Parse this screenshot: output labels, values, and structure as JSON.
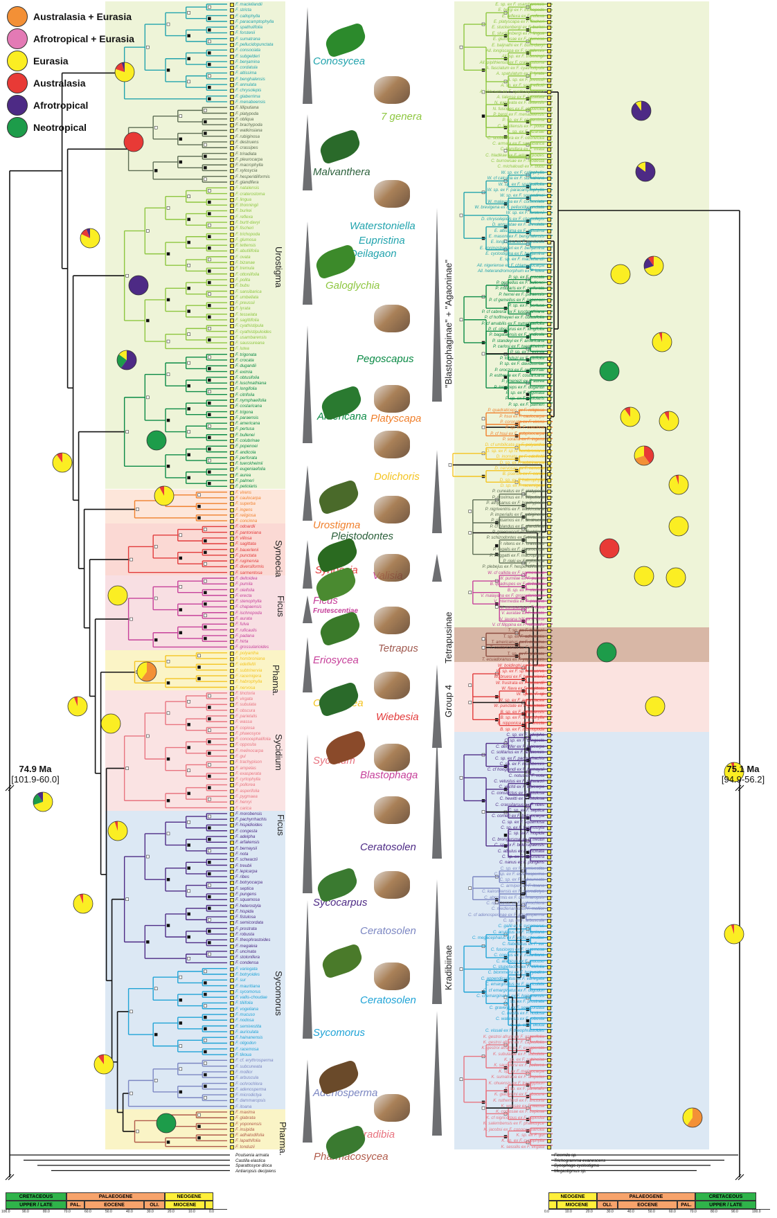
{
  "legend": [
    {
      "label": "Australasia + Eurasia",
      "color": "#f39036"
    },
    {
      "label": "Afrotropical + Eurasia",
      "color": "#e37ab5"
    },
    {
      "label": "Eurasia",
      "color": "#fbee23"
    },
    {
      "label": "Australasia",
      "color": "#e83a36"
    },
    {
      "label": "Afrotropical",
      "color": "#4d2a85"
    },
    {
      "label": "Neotropical",
      "color": "#1d9c4a"
    }
  ],
  "left_dates": {
    "main": "74.9 Ma",
    "range": "[101.9-60.0]"
  },
  "right_dates": {
    "main": "75.1 Ma",
    "range": "[94.9-56.2]"
  },
  "fig_sections_left": [
    "Urostigma",
    "Synoecia",
    "Ficus",
    "Phama.",
    "Sycidium",
    "Ficus",
    "Sycomorus",
    "Pharma."
  ],
  "fig_sections_right": [
    "\"Blastophaginae\" + \"Agaoninae\"",
    "Tetrapusinae",
    "Group 4",
    "Kradibiinae"
  ],
  "center_labels": [
    {
      "text": "Conosycea",
      "color": "#21a3ad"
    },
    {
      "text": "7 genera",
      "color": "#8dc63f"
    },
    {
      "text": "Malvanthera",
      "color": "#2a5f3a"
    },
    {
      "text": "Waterstoniella",
      "color": "#21a3ad"
    },
    {
      "text": "Eupristina",
      "color": "#21a3ad"
    },
    {
      "text": "Deilagaon",
      "color": "#21a3ad"
    },
    {
      "text": "Galoglychia",
      "color": "#8dc63f"
    },
    {
      "text": "Pegoscapus",
      "color": "#0a8a45"
    },
    {
      "text": "Americana",
      "color": "#0a8a45"
    },
    {
      "text": "Platyscapa",
      "color": "#f07f2b"
    },
    {
      "text": "Dolichoris",
      "color": "#f4c420"
    },
    {
      "text": "Urostigma",
      "color": "#f07f2b"
    },
    {
      "text": "Pleistodontes",
      "color": "#2a5f3a"
    },
    {
      "text": "Synoecia",
      "color": "#e23a3a"
    },
    {
      "text": "Valisia",
      "color": "#c6409a"
    },
    {
      "text": "Ficus",
      "color": "#c6409a"
    },
    {
      "text": "Frutescentiae",
      "color": "#c6409a"
    },
    {
      "text": "Tetrapus",
      "color": "#a05a50"
    },
    {
      "text": "Eriosycea",
      "color": "#c6409a"
    },
    {
      "text": "Oreosycea",
      "color": "#f4c420"
    },
    {
      "text": "Wiebesia",
      "color": "#e23a3a"
    },
    {
      "text": "Sycidium",
      "color": "#e8737f"
    },
    {
      "text": "Blastophaga",
      "color": "#c6409a"
    },
    {
      "text": "Ceratosolen",
      "color": "#4d2a85"
    },
    {
      "text": "Sycocarpus",
      "color": "#4d2a85"
    },
    {
      "text": "Ceratosolen",
      "color": "#7b86c2"
    },
    {
      "text": "Ceratosolen",
      "color": "#1fa3d6"
    },
    {
      "text": "Sycomorus",
      "color": "#1fa3d6"
    },
    {
      "text": "Adenosperma",
      "color": "#7b86c2"
    },
    {
      "text": "Kradibia",
      "color": "#e8737f"
    },
    {
      "text": "Pharmacosycea",
      "color": "#b05a4a"
    }
  ],
  "scale_left": {
    "eras": [
      {
        "t": "CRETACEOUS",
        "w": 88,
        "c": "#2fb34a"
      },
      {
        "t": "PALAEOGENE",
        "w": 142,
        "c": "#f7a36b"
      },
      {
        "t": "NEOGENE",
        "w": 70,
        "c": "#ffef3a"
      }
    ],
    "epochs": [
      {
        "t": "UPPER / LATE",
        "w": 88,
        "c": "#2fb34a"
      },
      {
        "t": "PAL.",
        "w": 26,
        "c": "#f7a36b"
      },
      {
        "t": "EOCENE",
        "w": 86,
        "c": "#f7a36b"
      },
      {
        "t": "OLI.",
        "w": 30,
        "c": "#f7a36b"
      },
      {
        "t": "MIOCENE",
        "w": 58,
        "c": "#ffef3a"
      },
      {
        "t": "",
        "w": 12,
        "c": "#ffef3a"
      }
    ],
    "ticks": [
      "100.0",
      "90.0",
      "80.0",
      "70.0",
      "60.0",
      "50.0",
      "40.0",
      "30.0",
      "20.0",
      "10.0",
      "0.0"
    ]
  },
  "scale_right": {
    "eras": [
      {
        "t": "NEOGENE",
        "w": 70,
        "c": "#ffef3a"
      },
      {
        "t": "PALAEOGENE",
        "w": 142,
        "c": "#f7a36b"
      },
      {
        "t": "CRETACEOUS",
        "w": 88,
        "c": "#2fb34a"
      }
    ],
    "epochs": [
      {
        "t": "",
        "w": 12,
        "c": "#ffef3a"
      },
      {
        "t": "MIOCENE",
        "w": 58,
        "c": "#ffef3a"
      },
      {
        "t": "OLI.",
        "w": 30,
        "c": "#f7a36b"
      },
      {
        "t": "EOCENE",
        "w": 86,
        "c": "#f7a36b"
      },
      {
        "t": "PAL.",
        "w": 26,
        "c": "#f7a36b"
      },
      {
        "t": "UPPER / LATE",
        "w": 88,
        "c": "#2fb34a"
      }
    ],
    "ticks": [
      "0.0",
      "10.0",
      "20.0",
      "30.0",
      "40.0",
      "50.0",
      "60.0",
      "70.0",
      "80.0",
      "90.0",
      "100.0"
    ]
  },
  "left_outgroups": [
    "Poulsenia armata",
    "Castilla elastica",
    "Sparattosyce dioca",
    "Antiaropsis decipiens"
  ],
  "right_outgroups": [
    "Ficomila sp.",
    "Trichogramma evanescens",
    "Sycophaga cyclostigma",
    "Megastigmus sp."
  ],
  "left_tips": [
    {
      "c": "#21a3ad",
      "n": [
        "F. maclellandii",
        "F. stricta",
        "F. callophylla",
        "F. paracamptophylla",
        "F. spathulifolia",
        "F. forstenii",
        "F. sumatrana",
        "F. pellucidopunctata",
        "F. consociata",
        "F. subgelderi",
        "F. benjamina",
        "F. cordatula",
        "F. altissima",
        "F. benghalensis",
        "F. annulata",
        "F. chrysolepis",
        "F. glaberrima",
        "F. menabeensis"
      ]
    },
    {
      "c": "#5b6b52",
      "n": [
        "F. lilliputiana",
        "F. platypoda",
        "F. obliqua",
        "F. brachypoda",
        "F. watkinsiana",
        "F. rubiginosa",
        "F. destruens",
        "F. crassipes",
        "F. triradiata",
        "F. pleurocarpa",
        "F. macrophylla",
        "F. xylosycia",
        "F. hesperidiiformis",
        "F. glandifera"
      ]
    },
    {
      "c": "#8dc63f",
      "n": [
        "F. natalensis",
        "F. craterostoma",
        "F. lingua",
        "F. thonningii",
        "F. burkei",
        "F. reflexa",
        "F. burtt-davyi",
        "F. fischeri",
        "F. trichopoda",
        "F. glumosa",
        "F. tettensis",
        "F. abutilifolia",
        "F. ovata",
        "F. bizanae",
        "F. tremula",
        "F. ottoniifolia",
        "F. polita",
        "F. bubu",
        "F. sansibarica",
        "F. umbellata",
        "F. preussii",
        "F. lyrata",
        "F. tesselata",
        "F. sagittifolia",
        "F. cyathistipula",
        "F. cyathistipuloides",
        "F. usambarensis",
        "F. saussureana",
        "F. lutea"
      ]
    },
    {
      "c": "#0a8a45",
      "n": [
        "F. trigonata",
        "F. crocata",
        "F. dugandii",
        "F. eximia",
        "F. obtusifolia",
        "F. luschnathiana",
        "F. longifolia",
        "F. citrifolia",
        "F. nymphaeifolia",
        "F. costaricana",
        "F. trigona",
        "F. paraensis",
        "F. americana",
        "F. pertusa",
        "F. bullenei",
        "F. colubrinae",
        "F. popenoei",
        "F. andicola",
        "F. perforata",
        "F. tuerckheimii",
        "F. eugeniaefolia",
        "F. aurea",
        "F. palmeri",
        "F. petiolaris"
      ]
    },
    {
      "c": "#f07f2b",
      "n": [
        "F. virens",
        "F. caulocarpa",
        "F. superba",
        "F. ingens",
        "F. religiosa",
        "F. concinna"
      ]
    },
    {
      "c": "#e23a3a",
      "n": [
        "F. odoardii",
        "F. pantoniana",
        "F. villosa",
        "F. sagittata",
        "F. bauerlenii",
        "F. punctata",
        "F. ruginervia",
        "F. diversiformis",
        "F. sarmentosa"
      ]
    },
    {
      "c": "#c6409a",
      "n": [
        "F. deltoidea",
        "F. pumila",
        "F. oleifolia",
        "F. erecta",
        "F. stenophylla",
        "F. chapaensis",
        "F. ischnopoda",
        "F. aurata",
        "F. fulva",
        "F. ruficaulis",
        "F. padana",
        "F. hirta",
        "F. grossularioides"
      ]
    },
    {
      "c": "#f4c420",
      "n": [
        "F. polyantha",
        "F. hombroniana",
        "F. edelfeltii",
        "F. subtrinervia",
        "F. racemigera",
        "F. habrophylla",
        "F. nervosa"
      ]
    },
    {
      "c": "#e8737f",
      "n": [
        "F. tinctoria",
        "F. virgata",
        "F. subulata",
        "F. obscura",
        "F. parietalis",
        "F. wassa",
        "F. copiosa",
        "F. phaeosyce",
        "F. conocephalifolia",
        "F. opposita",
        "F. melinocarpa",
        "F. gul",
        "F. trachypison",
        "F. ampelas",
        "F. exasperata",
        "F. cyrtophylla",
        "F. pollorea",
        "F. asperifolia",
        "F. pygmaea",
        "F. henryi",
        "F. carica"
      ]
    },
    {
      "c": "#4d2a85",
      "n": [
        "F. morobensis",
        "F. pachyrrhachis",
        "F. hispidioides",
        "F. congesta",
        "F. adelpha",
        "F. arfakensis",
        "F. bernaysii",
        "F. nota",
        "F. schwarzii",
        "F. treubii",
        "F. lepicarpa",
        "F. ribes",
        "F. botryocarpa",
        "F. septica",
        "F. pungens",
        "F. squamosa",
        "F. heterostyla",
        "F. hispida",
        "F. fistulosa",
        "F. semicordata",
        "F. prostrata",
        "F. robusta",
        "F. theophrastoides",
        "F. megaleia",
        "F. uncinata",
        "F. stolonifera",
        "F. condensa"
      ]
    },
    {
      "c": "#1fa3d6",
      "n": [
        "F. variegata",
        "F. botryoides",
        "F. sur",
        "F. mauritiana",
        "F. sycomorus",
        "F. vallis-choudae",
        "F. tiliifolia",
        "F. vogeliana",
        "F. mucuso",
        "F. nodosa",
        "F. semivestita",
        "F. auriculata",
        "F. hainanensis",
        "F. oligodon",
        "F. racemosa",
        "F. tikoua"
      ]
    },
    {
      "c": "#7b86c2",
      "n": [
        "F. cf. erythrosperma",
        "F. subcuneata",
        "F. mollior",
        "F. arbuscula",
        "F. ochrochlora",
        "F. adenosperma",
        "F. microdictya",
        "F. dammaropsis",
        "F. itoana"
      ]
    },
    {
      "c": "#b05a4a",
      "n": [
        "F. maxima",
        "F. glabrata",
        "F. yoponensis",
        "F. insipida",
        "F. adhatodifolia",
        "F. lapathifolia",
        "F. tonduzii"
      ]
    }
  ],
  "right_tips": [
    {
      "c": "#8dc63f",
      "n": [
        "E. sp. ex F. usambarensis",
        "E. bergi ex F. trichopoda",
        "E. reflexa ex F. reflexa",
        "E. platyscapa ex F. fischeri",
        "E. stuckenbergi ex F. burkei",
        "E. stuckenbergi ex F. lingua",
        "E. glumosae ex F. glumosa",
        "E. baijnathi ex F. burtt-davyi",
        "All. longiscapa ex F. natalensis",
        "All. sp. ex F. thonningii",
        "All. pipithiensis ex F. craterostoma",
        "A. fasciatum ex F. cyathistipula",
        "A. spatulatum ex F. lyrata",
        "A. sp. ex F. preussii",
        "A. sp. ex F. scott-elliotii",
        "A. obtusum ex F. cyathistipuloides",
        "A. talense ex F. tesselata",
        "N. excavata ex F. tettensis",
        "N. fuscipes ex F. abutilifolia",
        "P. bergi ex F. menabeensis",
        "P. sp. ex F. glaberrima",
        "C. bekiliensis ex F. polita",
        "C. sp. ex F. bizanae",
        "C. scobinifera ex F. ottoniifolia",
        "C. armata ex F. sansibarica",
        "C. hamifera ex F. ovata",
        "C. hladikae ex F. artocarpoides",
        "C. burrowsae ex F. modesta",
        "C. michaloudi ex F. bubu"
      ]
    },
    {
      "c": "#21a3ad",
      "n": [
        "W. sp. ex F. callophylla",
        "W. cf calcaria ex F. sumatrana",
        "W. sp. ex F. spathulifolia",
        "W. sp. ex F. paracamptophylla",
        "W. sp. ex F. soepadmoi",
        "W. malayana ex F. consociata",
        "W. brevigena ex F. pellucidopunctata",
        "W. sp. ex F. forstenii",
        "D. chrysolepidis ex F. chrysolepis",
        "D. annulatae ex F. annulata",
        "E. altissima ex F. altissima",
        "E. masoni ex F. benghalensis",
        "E. longispina ex F. cordatula",
        "E. koningsbergeri ex F. benjamina",
        "E. cyclostigma ex F. benjamina",
        "E. sp. ex F. maclellandii",
        "All. nigeriense ex F. chlamydocarpa",
        "All. heterandromorphum ex F. lutea"
      ]
    },
    {
      "c": "#0a8a45",
      "n": [
        "P. sp. ex F. crocata",
        "P. gemellus ex F. bullenei",
        "P. insularis ex F. perforata",
        "P. herrei ex F. paraensis",
        "P. cf gemellus ex F. popenoei",
        "P. sp. ex F. pertusa",
        "P. cf cabrerai ex F. luschnathiana",
        "P. cf hoffmeyeri ex F. obtusifolia",
        "P. cf amabilis ex F. nymphaeifolia",
        "P. cf. obscurus ex F. longifolia",
        "P. bagataensis ex F. andicola",
        "P. standeyi ex F. americana",
        "P. carlosi ex F. tuerckheimii",
        "P. sp. ex F. eximia",
        "P. tonduzi ex F. citrifolia",
        "P. sp. ex F. davidsoniae",
        "P. oroczoi ex F. colubrinae",
        "P. estherae ex F. costaricana",
        "P. jimenezi ex F. aurea",
        "P. longiceps ex F. dugandii",
        "P. sp. ex F. trigonata",
        "P. sp. ex F. petiolaris",
        "P. sp. ex F. palmeri"
      ]
    },
    {
      "c": "#f07f2b",
      "n": [
        "P. quadraticeps ex F. religiosa",
        "P. hsui ex F. caulocarpa",
        "P. coronata ex F. virens",
        "P. sp. ex F. concinna",
        "P. cf hsui ex F. subpisocarpa",
        "P. soraria ex F. ingens"
      ]
    },
    {
      "c": "#f4c420",
      "n": [
        "D. cf umbilicata ex F. polyantha",
        "D. sp. ex F. sp nr hombroniana",
        "D. inornata ex F. edelfeltii",
        "D. sp. ex F. subtrinervia",
        "D. nervosae ex F. nervosa",
        "B. psenes ex F. carica",
        "D. sp. ex F. habrophylla",
        "D. sp. ex F. racemigera"
      ]
    },
    {
      "c": "#5b6b52",
      "n": [
        "P. cuneatus ex F. platypoda",
        "P. proximus ex F. lilliputiana",
        "P. athysanus ex F. brachypoda",
        "P. nigriventris ex F. watkinsiana",
        "P. imperialis ex F. rubiginosa",
        "P. rigisamos ex F. destruens",
        "P. cf blandus ex F. glandifera",
        "P. greenwoodi ex F. obliqua",
        "P. schizodontes ex F. triradiata",
        "P. nitens ex F. crassipes",
        "P. regalis ex F. pleurocarpa",
        "P. froggatti ex F. macrophylla",
        "P. rieki ex F. xylosycia",
        "P. plebejus ex F. hesperidiiformis"
      ]
    },
    {
      "c": "#c6409a",
      "n": [
        "W. cf callida ex F. sarmentosa",
        "W. pumilae ex F. pumila",
        "B. quadrupes ex F. deltoidea",
        "B. sp. ex F. oleifolia",
        "V. malayana ex F. grossularioides",
        "V. intermedia ex F. padana",
        "V. compacta ex F. fulva",
        "V. auratae ex F. aurata",
        "V. javana hilli ex F. hirta",
        "V. cf filippina ex F. ruficaulis"
      ]
    },
    {
      "c": "#8b4a3e",
      "n": [
        "T. sp. ex F. tonduzii",
        "T. sp. ex F. adhatifolia",
        "T. americanus ex F. maxima",
        "T. costaricanus ex F. insipida",
        "T. sp. ex F. glabrata",
        "T. ecuadoranus ex F. yoponensis"
      ]
    },
    {
      "c": "#e23a3a",
      "n": [
        "W. boldinghi ex F. lanata",
        "W. sp. ex F. sp nr reucrva",
        "W. bruesi ex F. baeuerlenii",
        "W. frustrata ex F. odoardii",
        "W. flava ex F. sagittata",
        "W. sp. ex F. sp",
        "W. sp. ex F. aurantiacea",
        "W. punctate ex F. punctata",
        "B. sp. ex F. chapaensis",
        "B. sp. ex F. stenophylla",
        "B. nipponica ex F. erecta",
        "B. sp. ex F. ischnopoda"
      ]
    },
    {
      "c": "#4d2a85",
      "n": [
        "C. sp. ex F. adelpha",
        "C. sp. ex F. congesta",
        "C. dentifer ex F. lepicarpa",
        "C. solitarius ex F. arfakensis",
        "C. sp. ex F. pachyrrhachis",
        "C. sp. ex F. morobensis",
        "C. cf hooglandi ex F. bernaysii",
        "C. notus ex F. nota",
        "C. vetustus ex F. schwarzii",
        "C. vechti ex F. lepicarpa",
        "C. constrictus ex F. fistulosa",
        "C. hewitti ex F. fistulosa",
        "C. crassitarsus ex F. ribes",
        "C. sp. ex F. septica",
        "C. corneri ex F. botryocarpa",
        "C. sp. ex F. squamosa",
        "C. sp. ex F. heterostyla",
        "C. sp. ex F. hispida",
        "C. brongersmai ex F. treubii",
        "C. sp. ex F. bukitrayaensis",
        "C. albulus ex F. uncinata",
        "C. sp. ex F. stolonifera",
        "C. nanus ex F. pungens"
      ]
    },
    {
      "c": "#7b86c2",
      "n": [
        "C. sp. ex F. semivestita",
        "C. sp. ex F. erythrosperma",
        "C. sp. ex F. subcuneata",
        "C. armipes ex F. itoana",
        "C. kaironkensis ex F. microdictya",
        "C. abnormis ex F. dammaropsis",
        "C. riparianus ex F. ochrochlora",
        "C. medlerianus ex F. mollior",
        "C. cf adenospermae ex F. adenosperma",
        "C. sp. ex F. arbuscula"
      ]
    },
    {
      "c": "#1fa3d6",
      "n": [
        "C. galili ex F. sycomorus",
        "C. acutatus ex F. vogeliana",
        "C. megacephalus ex F. vallis-choudae",
        "C. flabellatus ex F. sur",
        "C. fusciceps ex F. racemosa",
        "C. coecus ex F. mauritiana",
        "C. arabicus ex F. mucuso",
        "C. stupefactus ex F. tiliifolia",
        "C. blommersi ex F. botryoides",
        "C. appendiculatus ex F. variegata",
        "C. emarginatus ex F. auriculata",
        "C. cf emarginatus ex F. oligodon",
        "C. cf emarginatus ex F. hainanensis",
        "C. sp. ex F. prostrata",
        "C. gravelyi ex F. semicordata",
        "C. nexilis ex F. nodosa",
        "C. wallensis ex F. robusta",
        "C. sp. ex F. tikoua",
        "C. vissali ex F. theophrastoides"
      ]
    },
    {
      "c": "#e8737f",
      "n": [
        "K. gestroi afrum ex F. asperifolia",
        "K. gestroi afrum ex F. caprelfolia",
        "K. gestroi afrum ex F. exasperata",
        "K. subulatae ex F. subulata",
        "K. sp. ex F. subincisa",
        "K. saundersi ex F. pollorea",
        "K. sp. ex F. melinocarpa",
        "K. sumatrana ex F. ampelas",
        "K. ohuensis ex F. trachypison",
        "K. sp. ex F. parietalis",
        "K. giacomini ex F. obscura",
        "K. rutherfordi ex F. tinctoria",
        "K. wassae ex F. wassa",
        "K. copiosae ex F. copiosa",
        "K. cf nigricorpus ex F. opposita",
        "K. salembensis ex F. phaeosyce",
        "K. jacobsi ex F. conocephalifolia",
        "K. sp. ex F. gul",
        "K. sp. ex F. cyrtophylla",
        "K. sessilis ex F. virgata"
      ]
    }
  ]
}
